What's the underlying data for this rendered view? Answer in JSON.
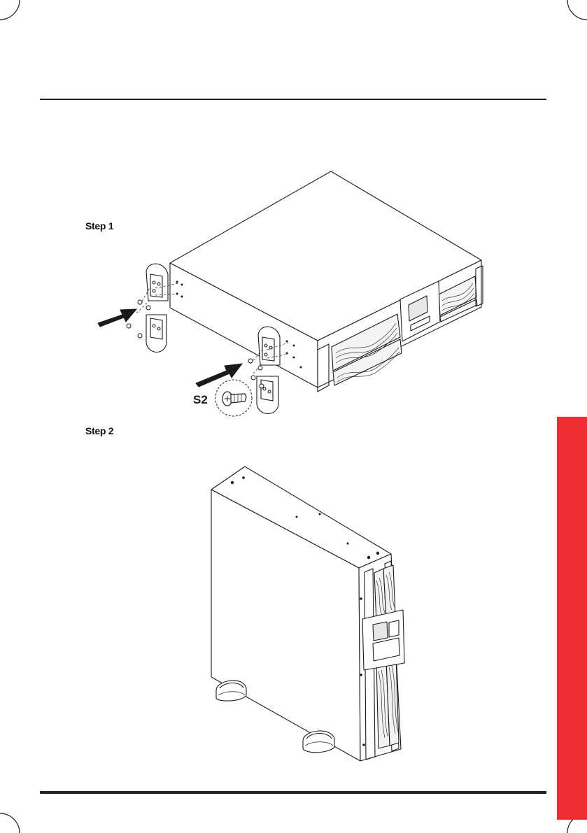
{
  "steps": [
    {
      "label": "Step 1"
    },
    {
      "label": "Step 2"
    }
  ],
  "callout": {
    "label": "S2"
  },
  "colors": {
    "side_tab": "#ee2c34",
    "rule": "#222222",
    "line_art": "#1a1a1a"
  }
}
